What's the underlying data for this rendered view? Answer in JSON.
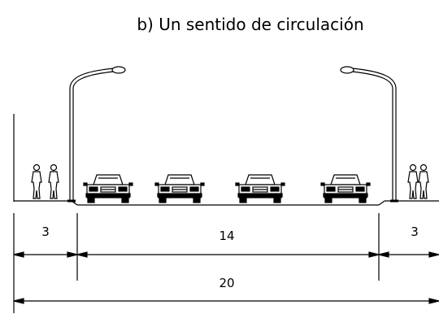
{
  "title": "b) Un sentido de circulación",
  "dimensions": {
    "sidewalk_left": "3",
    "roadway": "14",
    "sidewalk_right": "3",
    "total": "20"
  }
}
